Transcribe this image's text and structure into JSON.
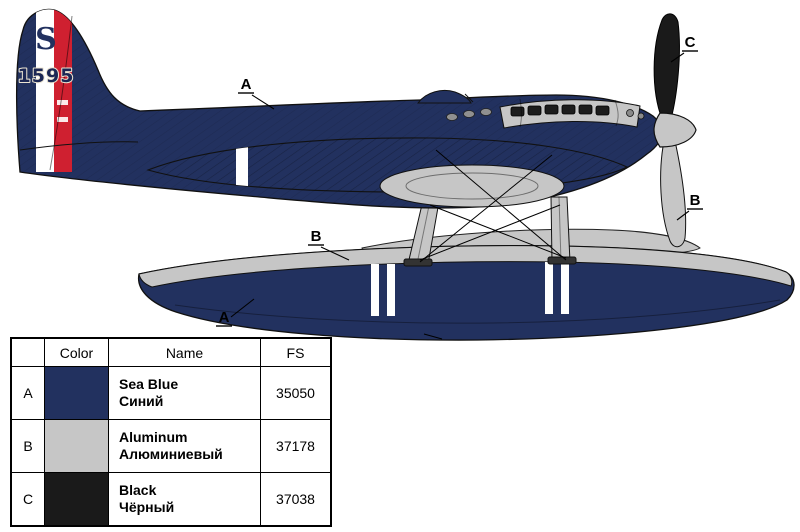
{
  "aircraft": {
    "tail_code": "S",
    "serial": "1595"
  },
  "callouts": {
    "a_fuselage": "A",
    "c_propeller": "C",
    "b_propeller": "B",
    "b_float": "B",
    "a_float": "A"
  },
  "table": {
    "headers": {
      "letter": "",
      "color": "Color",
      "name": "Name",
      "fs": "FS"
    },
    "rows": [
      {
        "letter": "A",
        "name": "Sea Blue",
        "name_ru": "Синий",
        "fs": "35050",
        "swatch": "#22315f"
      },
      {
        "letter": "B",
        "name": "Aluminum",
        "name_ru": "Алюминиевый",
        "fs": "37178",
        "swatch": "#c6c6c6"
      },
      {
        "letter": "C",
        "name": "Black",
        "name_ru": "Чёрный",
        "fs": "37038",
        "swatch": "#1a1a1a"
      }
    ]
  },
  "colors": {
    "sea_blue": "#22315f",
    "aluminum": "#c6c6c6",
    "black": "#1a1a1a",
    "stripe_red": "#cf2030",
    "stripe_white": "#ffffff"
  }
}
